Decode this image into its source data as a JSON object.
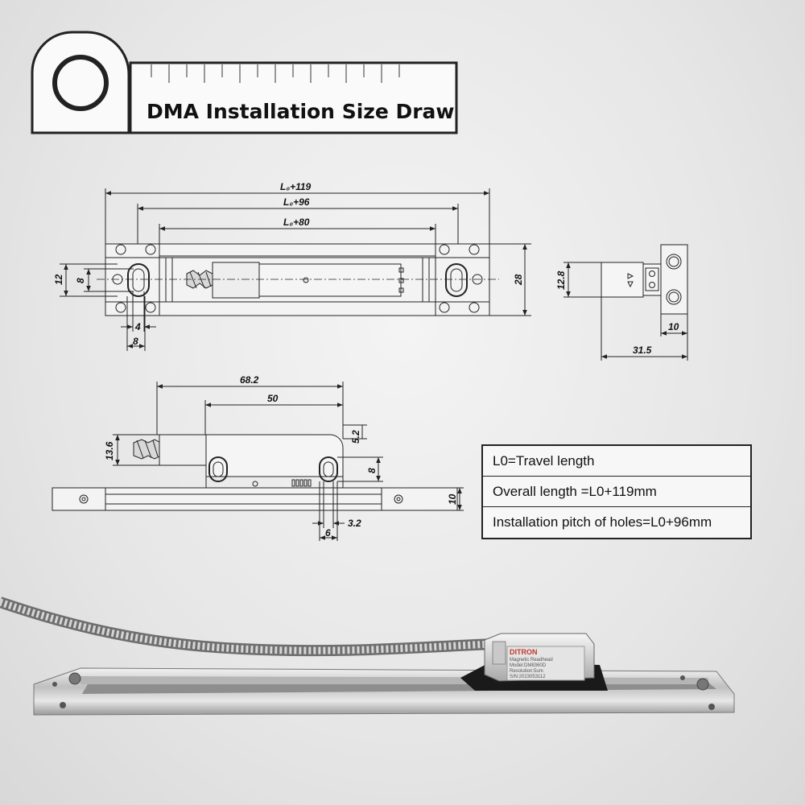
{
  "header": {
    "title": "DMA  Installation Size Draw"
  },
  "top_view": {
    "dim_overall": "L₀+119",
    "dim_pitch": "L₀+96",
    "dim_inner": "L₀+80",
    "dim_height": "28",
    "dim_12": "12",
    "dim_8": "8",
    "dim_4": "4",
    "dim_8b": "8"
  },
  "end_view": {
    "dim_12_8": "12.8",
    "dim_10": "10",
    "dim_31_5": "31.5"
  },
  "side_view": {
    "dim_68_2": "68.2",
    "dim_50": "50",
    "dim_13_6": "13.6",
    "dim_5_2": "5.2",
    "dim_8": "8",
    "dim_10": "10",
    "dim_3_2": "3.2",
    "dim_6": "6"
  },
  "spec_table": {
    "rows": [
      "L0=Travel length",
      "Overall length =L0+119mm",
      "Installation pitch of holes=L0+96mm"
    ]
  },
  "photo_label": {
    "brand": "DITRON",
    "line1": "Magnetic Readhead",
    "line2": "Model:DM8360D",
    "line3": "Resolution:5um",
    "line4": "S/N:2023053112"
  }
}
